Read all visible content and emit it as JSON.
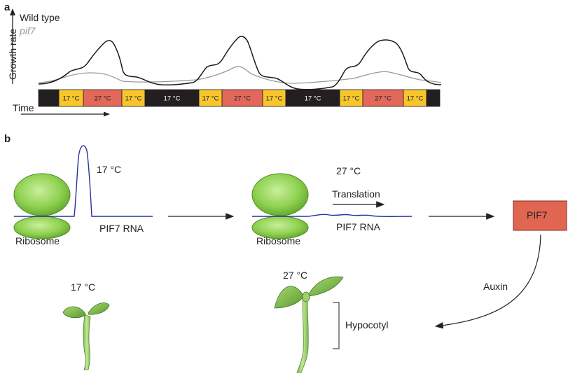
{
  "panel_a": {
    "letter": "a",
    "y_axis_label": "Growth rate",
    "legend": {
      "wild_type": "Wild type",
      "pif7": "pif7"
    },
    "x_axis_label": "Time",
    "segments": [
      {
        "label": "",
        "kind": "night"
      },
      {
        "label": "17 °C",
        "kind": "cool"
      },
      {
        "label": "27 °C",
        "kind": "warm"
      },
      {
        "label": "17 °C",
        "kind": "cool"
      },
      {
        "label": "17 °C",
        "kind": "night"
      },
      {
        "label": "17 °C",
        "kind": "cool"
      },
      {
        "label": "27 °C",
        "kind": "warm"
      },
      {
        "label": "17 °C",
        "kind": "cool"
      },
      {
        "label": "17 °C",
        "kind": "night"
      },
      {
        "label": "17 °C",
        "kind": "cool"
      },
      {
        "label": "27 °C",
        "kind": "warm"
      },
      {
        "label": "17 °C",
        "kind": "cool"
      },
      {
        "label": "",
        "kind": "night"
      }
    ],
    "colors": {
      "night": "#231f20",
      "cool": "#f7c52c",
      "warm": "#e2685a"
    }
  },
  "panel_b": {
    "letter": "b",
    "left_temp": "17 °C",
    "middle_temp": "27 °C",
    "translation_label": "Translation",
    "rna_label_left": "PIF7 RNA",
    "rna_label_right": "PIF7 RNA",
    "ribosome_left": "Ribosome",
    "ribosome_right": "Ribosome",
    "protein_label": "PIF7",
    "auxin_label": "Auxin",
    "seedling_left_temp": "17 °C",
    "seedling_right_temp": "27 °C",
    "hypocotyl_label": "Hypocotyl"
  }
}
